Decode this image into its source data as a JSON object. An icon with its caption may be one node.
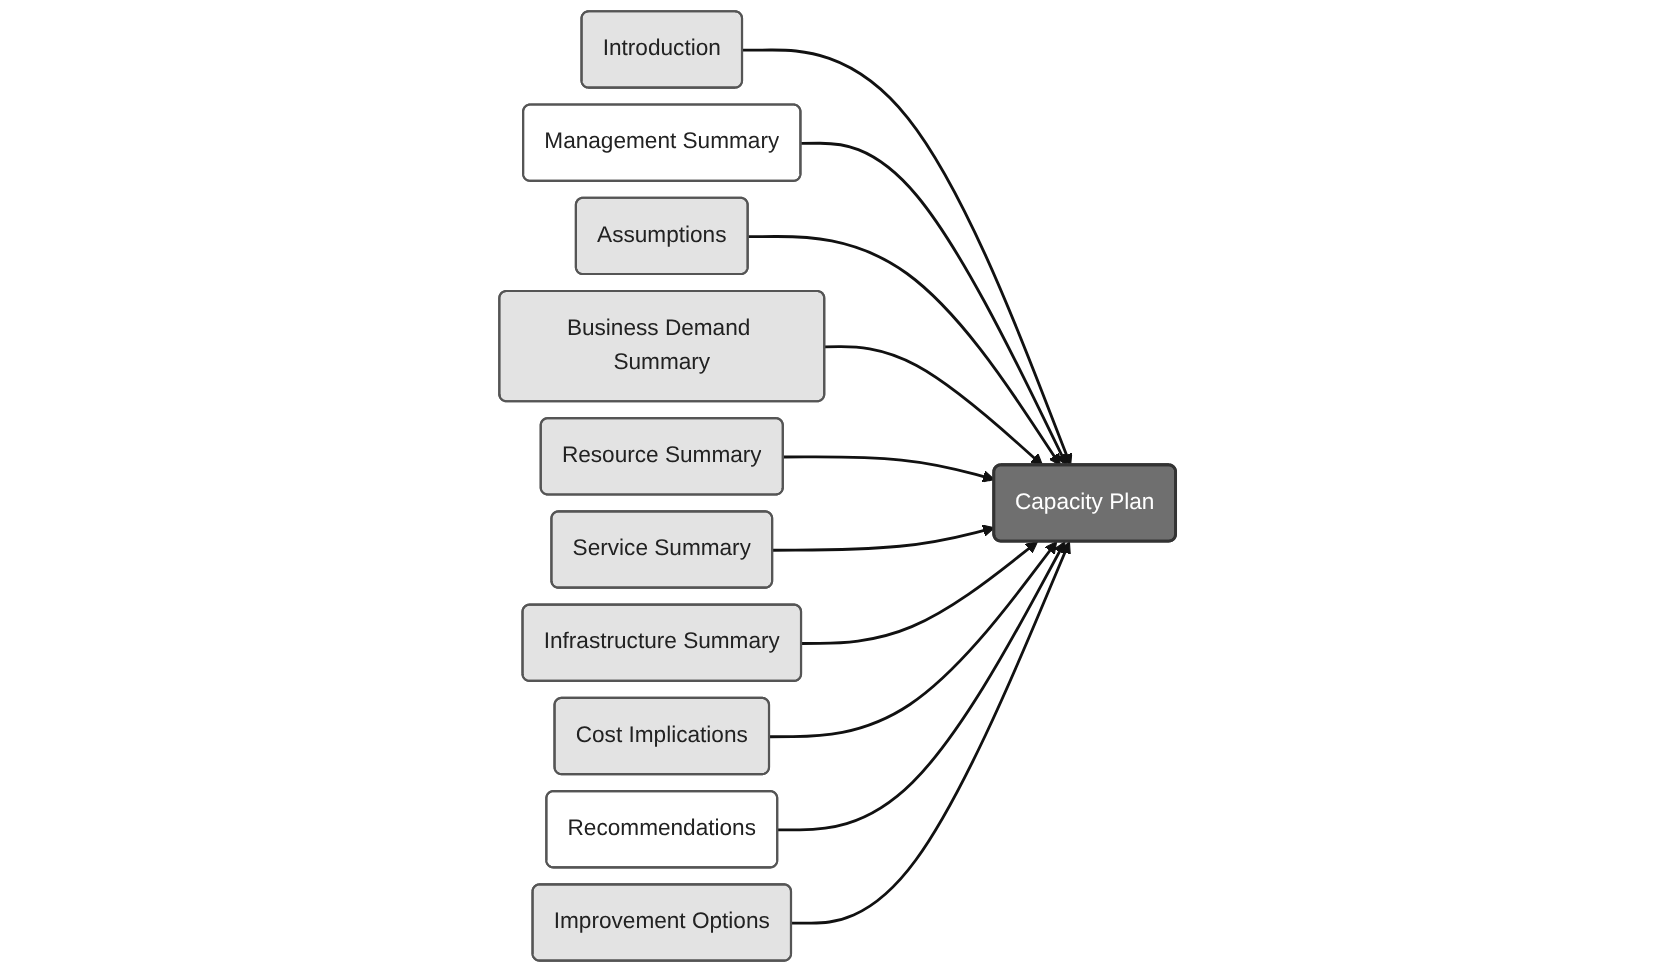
{
  "diagram": {
    "nodes": [
      {
        "text": [
          "Introduction"
        ]
      },
      {
        "text": [
          "Management Summary"
        ]
      },
      {
        "text": [
          "Assumptions"
        ]
      },
      {
        "text": [
          "Business Demand Summary"
        ]
      },
      {
        "text": [
          "Capacity Plan"
        ]
      },
      {
        "text": [
          "Resource Summary"
        ]
      },
      {
        "text": [
          "Service Summary"
        ]
      },
      {
        "text": [
          "Infrastructure Summary"
        ]
      },
      {
        "text": [
          "Cost Implications"
        ]
      },
      {
        "text": [
          "Recommendations"
        ]
      },
      {
        "text": [
          "Improvement Options"
        ]
      }
    ],
    "edges": [
      {
        "from": 0,
        "to": 4,
        "arrow": "to"
      },
      {
        "from": 1,
        "to": 4,
        "arrow": "to"
      },
      {
        "from": 2,
        "to": 4,
        "arrow": "to"
      },
      {
        "from": 3,
        "to": 4,
        "arrow": "to"
      },
      {
        "from": 5,
        "to": 4,
        "arrow": "to"
      },
      {
        "from": 6,
        "to": 4,
        "arrow": "to"
      },
      {
        "from": 7,
        "to": 4,
        "arrow": "to"
      },
      {
        "from": 8,
        "to": 4,
        "arrow": "to"
      },
      {
        "from": 9,
        "to": 4,
        "arrow": "to"
      },
      {
        "from": 10,
        "to": 4,
        "arrow": "to"
      }
    ]
  }
}
